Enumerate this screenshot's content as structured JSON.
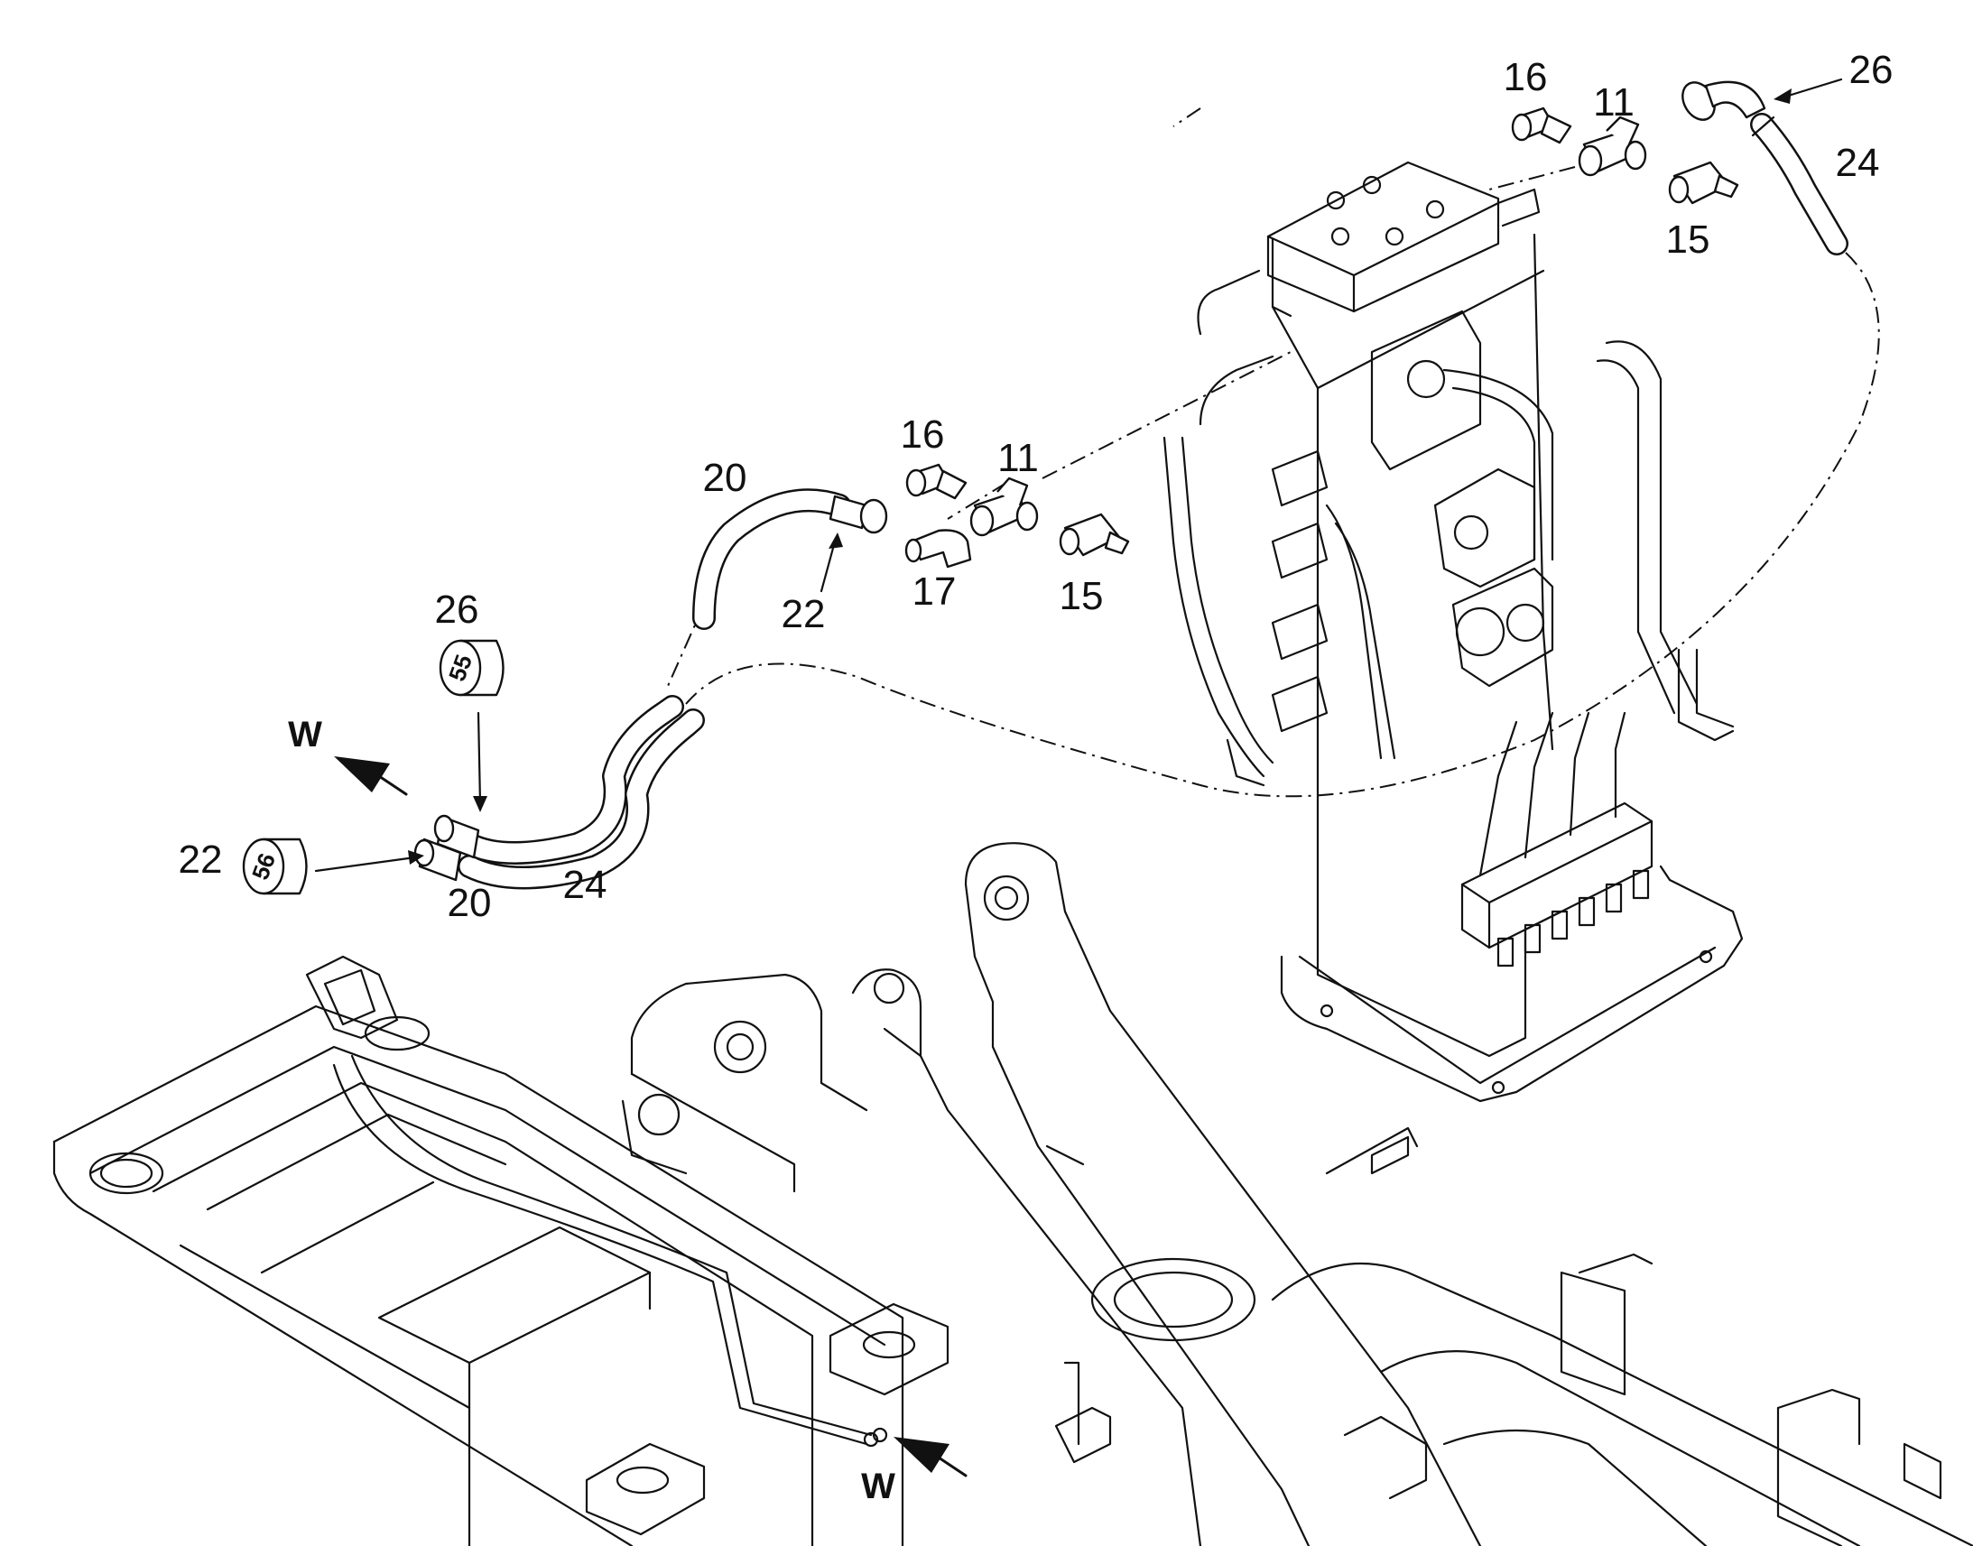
{
  "diagram": {
    "callouts": [
      {
        "id": "c-16-top",
        "text": "16"
      },
      {
        "id": "c-11-top",
        "text": "11"
      },
      {
        "id": "c-26-top",
        "text": "26"
      },
      {
        "id": "c-24-top",
        "text": "24"
      },
      {
        "id": "c-15-top",
        "text": "15"
      },
      {
        "id": "c-16-mid",
        "text": "16"
      },
      {
        "id": "c-11-mid",
        "text": "11"
      },
      {
        "id": "c-20-mid",
        "text": "20"
      },
      {
        "id": "c-22-mid",
        "text": "22"
      },
      {
        "id": "c-17-mid",
        "text": "17"
      },
      {
        "id": "c-15-mid",
        "text": "15"
      },
      {
        "id": "c-26-left",
        "text": "26"
      },
      {
        "id": "c-22-left",
        "text": "22"
      },
      {
        "id": "c-20-left",
        "text": "20"
      },
      {
        "id": "c-24-left",
        "text": "24"
      }
    ],
    "badges": [
      {
        "id": "badge-55",
        "text": "55"
      },
      {
        "id": "badge-56",
        "text": "56"
      }
    ],
    "view_labels": [
      {
        "id": "w-left",
        "text": "W"
      },
      {
        "id": "w-bottom",
        "text": "W"
      }
    ]
  }
}
